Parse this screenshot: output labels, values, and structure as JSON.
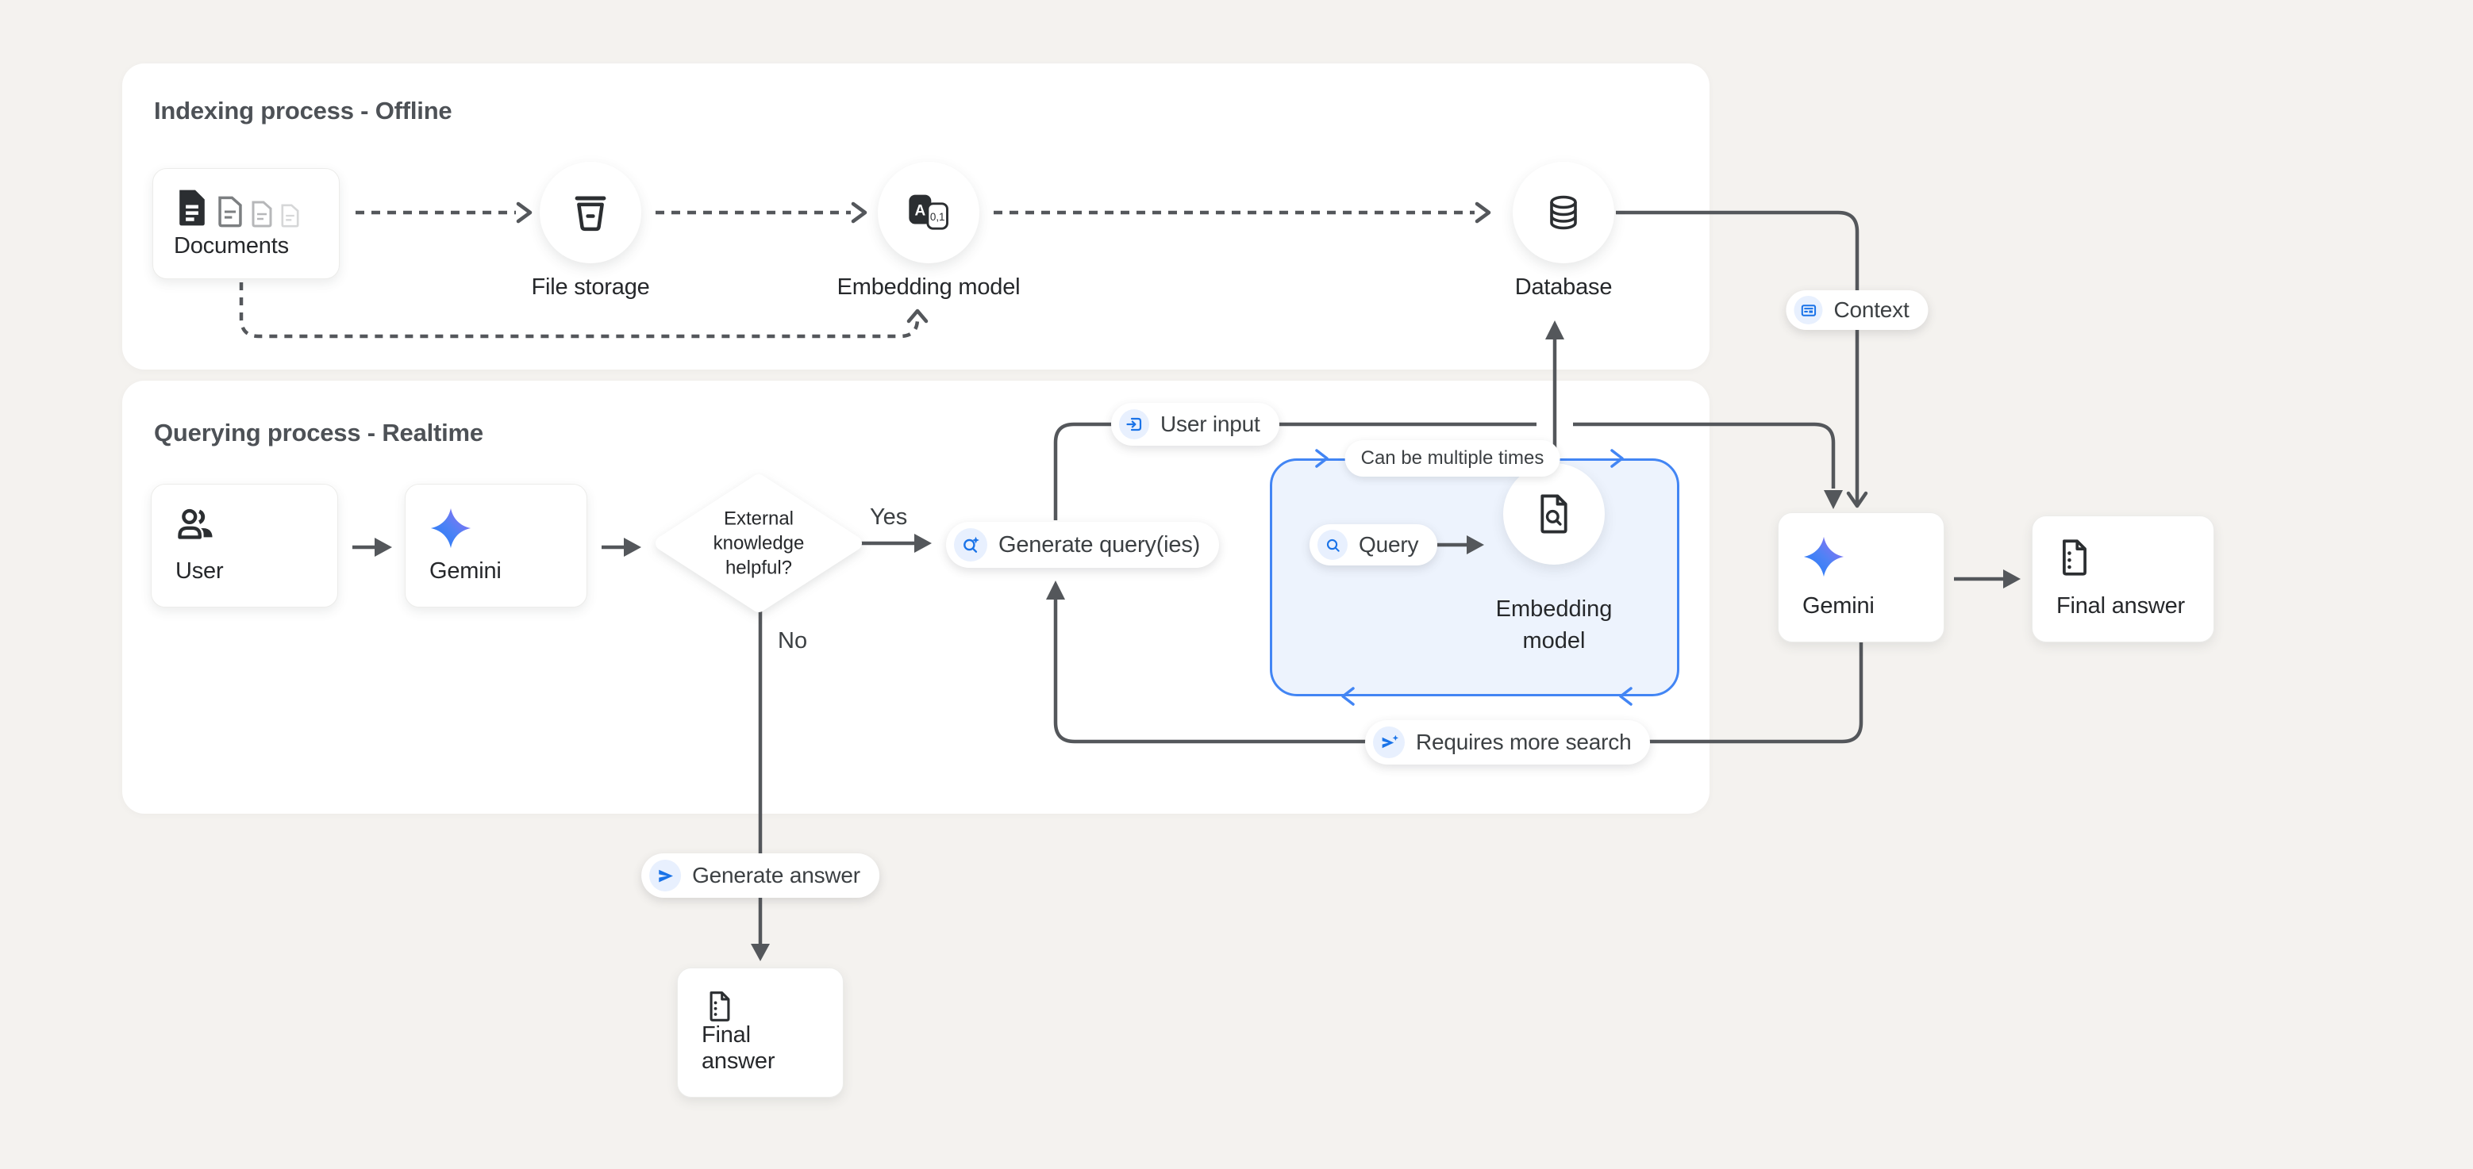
{
  "panels": {
    "indexing": {
      "title": "Indexing process - Offline"
    },
    "querying": {
      "title": "Querying process - Realtime"
    }
  },
  "nodes": {
    "documents": {
      "label": "Documents",
      "icon": "documents-stack-icon"
    },
    "file_storage": {
      "label": "File storage",
      "icon": "storage-bucket-icon"
    },
    "embedding_model_top": {
      "label": "Embedding model",
      "icon": "text-to-vector-icon"
    },
    "database": {
      "label": "Database",
      "icon": "database-cylinder-icon"
    },
    "user": {
      "label": "User",
      "icon": "people-icon"
    },
    "gemini_left": {
      "label": "Gemini",
      "icon": "gemini-star-icon"
    },
    "gemini_right": {
      "label": "Gemini",
      "icon": "gemini-star-icon"
    },
    "final_answer_right": {
      "label": "Final answer",
      "icon": "answer-document-icon"
    },
    "final_answer_bottom": {
      "label": "Final answer",
      "icon": "answer-document-icon"
    },
    "embedding_model_inner": {
      "label_line1": "Embedding",
      "label_line2": "model",
      "icon": "document-search-icon"
    },
    "query": {
      "label": "Query",
      "icon": "search-icon"
    }
  },
  "decision": {
    "line1": "External",
    "line2": "knowledge",
    "line3": "helpful?"
  },
  "edge_labels": {
    "yes": "Yes",
    "no": "No",
    "context": "Context",
    "user_input": "User input",
    "generate_queries": "Generate query(ies)",
    "requires_more_search": "Requires more search",
    "generate_answer": "Generate answer",
    "can_be_multiple_times": "Can be multiple times"
  },
  "icons": {
    "context": "article-card-icon",
    "user_input": "box-arrow-in-icon",
    "generate_queries": "search-sparkle-icon",
    "query": "search-icon",
    "requires_more_search": "send-sparkle-icon",
    "generate_answer": "send-icon"
  },
  "colors": {
    "page_bg": "#f4f2ef",
    "panel_bg": "#ffffff",
    "line_gray": "#54575b",
    "accent_blue": "#1a73e8",
    "loop_border_blue": "#4285f4",
    "loop_fill_blue": "#edf3fd",
    "icon_chip_bg": "#e8f0fe",
    "title_gray": "#4d5156"
  }
}
